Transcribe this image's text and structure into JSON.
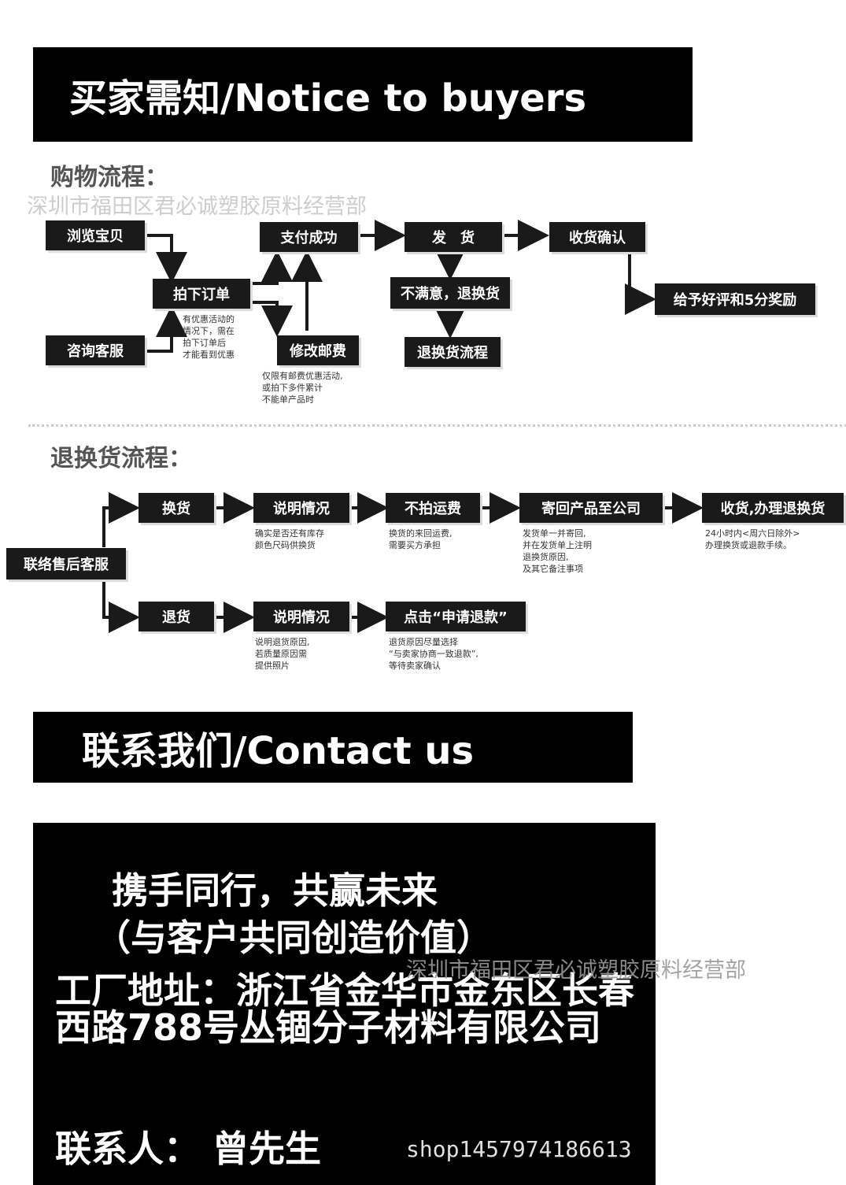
{
  "header": {
    "title": "买家需知/Notice to buyers"
  },
  "watermark": "深圳市福田区君必诚塑胶原料经营部",
  "shopping_flow": {
    "title": "购物流程：",
    "browse": "浏览宝贝",
    "consult": "咨询客服",
    "place_order": "拍下订单",
    "discount_note": [
      "有优惠活动的",
      "情况下，需在",
      "拍下订单后",
      "才能看到优惠"
    ],
    "payment_success": "支付成功",
    "modify_shipping": "修改邮费",
    "shipping_note": [
      "仅限有邮费优惠活动,",
      "或拍下多件累计",
      "不能单产品时"
    ],
    "ship": "发　货",
    "unsatisfied": "不满意，退换货",
    "return_process": "退换货流程",
    "confirm_receipt": "收货确认",
    "review_reward": "给予好评和5分奖励"
  },
  "return_flow": {
    "title": "退换货流程：",
    "contact_service": "联络售后客服",
    "exchange": "换货",
    "explain": "说明情况",
    "exchange_explain_note": [
      "确实是否还有库存",
      "颜色尺码供换货"
    ],
    "no_shipping_fee": "不拍运费",
    "shipping_fee_note": [
      "换货的来回运费,",
      "需要买方承担"
    ],
    "send_back": "寄回产品至公司",
    "send_back_note": [
      "发货单一并寄回,",
      "并在发货单上注明",
      "退换货原因,",
      "及其它备注事项"
    ],
    "receive_process": "收货,办理退换货",
    "receive_note": [
      "24小时内<周六日除外>",
      "办理换货或退款手续。"
    ],
    "refund": "退货",
    "refund_explain_note": [
      "说明退货原因,",
      "若质量原因需",
      "提供照片"
    ],
    "apply_refund": "点击“申请退款”",
    "apply_refund_note": [
      "退货原因尽量选择",
      "“与卖家协商一致退款”,",
      "等待卖家确认"
    ]
  },
  "contact": {
    "title": "联系我们/Contact us",
    "slogan1": "携手同行，共赢未来",
    "slogan2": "（与客户共同创造价值）",
    "address": "工厂地址：浙江省金华市金东区长春西路788号丛锢分子材料有限公司",
    "person": "联系人：  曾先生"
  },
  "shop_id": "shop1457974186613"
}
